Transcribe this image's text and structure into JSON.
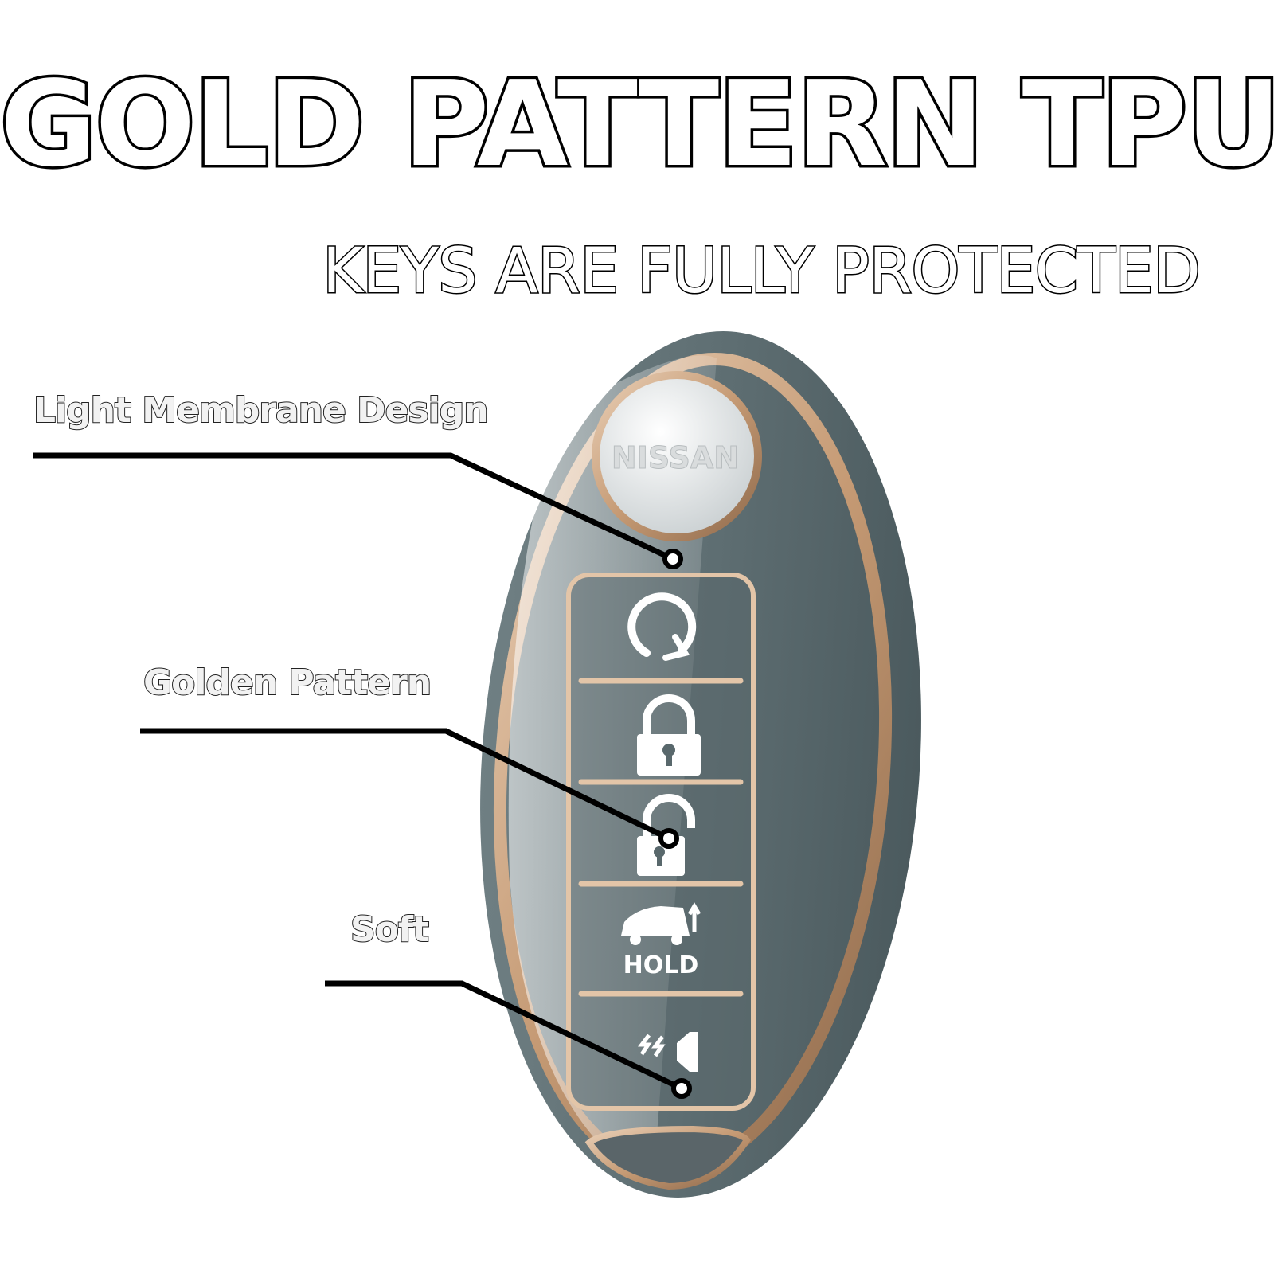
{
  "headline": "GOLD PATTERN  TPU",
  "subheadline": "KEYS ARE FULLY PROTECTED",
  "callouts": [
    {
      "label": "Light Membrane Design"
    },
    {
      "label": "Golden Pattern"
    },
    {
      "label": "Soft"
    }
  ],
  "key_fob": {
    "logo_text": "NISSAN",
    "hold_text": "HOLD",
    "icons": [
      "remote-start-icon",
      "lock-icon",
      "unlock-icon",
      "trunk-icon",
      "panic-alarm-icon"
    ]
  },
  "colors": {
    "case_gray": "#5e6e72",
    "gold_trim": "#c9a27e",
    "outline": "#000000"
  }
}
